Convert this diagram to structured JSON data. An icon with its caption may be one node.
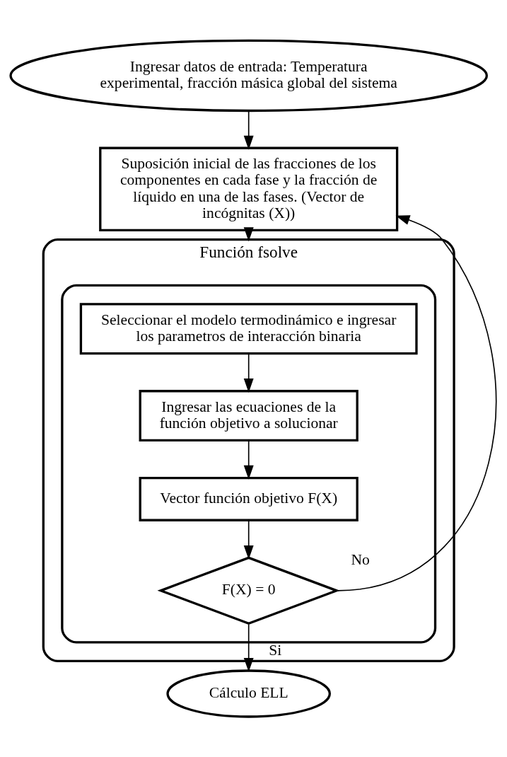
{
  "diagram": {
    "nodes": [
      {
        "text": [
          "Ingresar datos de entrada: Temperatura experimental, fracción másica global del sistema"
        ]
      },
      {
        "text": [
          "Suposición inicial de las fracciones de los componentes en cada fase y la fracción de líquido en una de las fases. (Vector de incógnitas (X))"
        ]
      },
      {
        "text": [
          "Función fsolve"
        ]
      },
      {
        "text": [],
        "shape": "box",
        "in": 2
      },
      {
        "text": [
          "Seleccionar el modelo termodinámico e ingresar los parametros de interacción binaria"
        ],
        "in": 3
      },
      {
        "text": [
          "Ingresar las ecuaciones de la función objetivo a solucionar"
        ],
        "in": 3
      },
      {
        "text": [
          "Vector función objetivo F(X)"
        ],
        "in": 3
      },
      {
        "text": [
          "F(X) = 0"
        ],
        "in": 3
      },
      {
        "text": [
          "Cálculo ELL"
        ]
      }
    ],
    "edges": [
      {
        "from": 0,
        "to": 1,
        "arrow": "to"
      },
      {
        "from": 1,
        "to": 2,
        "arrow": "to"
      },
      {
        "from": 4,
        "to": 5,
        "arrow": "to"
      },
      {
        "from": 5,
        "to": 6,
        "arrow": "to"
      },
      {
        "from": 6,
        "to": 7,
        "arrow": "to"
      },
      {
        "from": 7,
        "to": 8,
        "label": "Si",
        "arrow": "to"
      },
      {
        "from": 7,
        "to": 1,
        "label": "No",
        "arrow": "to"
      }
    ]
  }
}
